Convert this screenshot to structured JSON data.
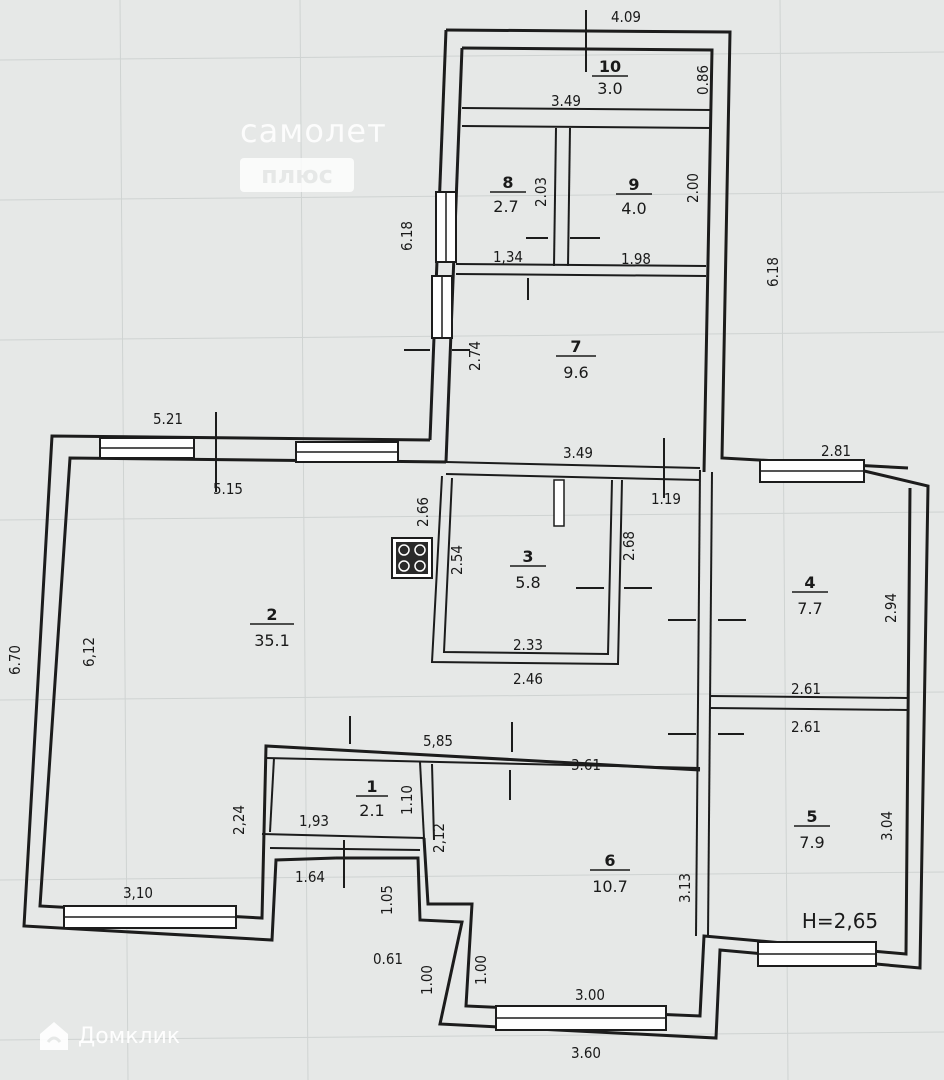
{
  "plan": {
    "ceiling_height": "H=2,65",
    "rooms": [
      {
        "id": "1",
        "area": "2.1"
      },
      {
        "id": "2",
        "area": "35.1"
      },
      {
        "id": "3",
        "area": "5.8"
      },
      {
        "id": "4",
        "area": "7.7"
      },
      {
        "id": "5",
        "area": "7.9"
      },
      {
        "id": "6",
        "area": "10.7"
      },
      {
        "id": "7",
        "area": "9.6"
      },
      {
        "id": "8",
        "area": "2.7"
      },
      {
        "id": "9",
        "area": "4.0"
      },
      {
        "id": "10",
        "area": "3.0"
      }
    ],
    "dimensions": [
      "4.09",
      "3.49",
      "0.86",
      "6.18",
      "2.03",
      "2.00",
      "1,34",
      "1.98",
      "6.18",
      "2.74",
      "5.21",
      "3.49",
      "2.81",
      "5.15",
      "2.66",
      "2.54",
      "2.68",
      "1.19",
      "2.94",
      "6.70",
      "6,12",
      "2.33",
      "2.46",
      "2.61",
      "2.61",
      "5,85",
      "1.10",
      "3.61",
      "3.04",
      "2,24",
      "1,93",
      "2,12",
      "1.64",
      "1.05",
      "3,10",
      "3.13",
      "0.61",
      "1.00",
      "1.00",
      "3.00",
      "3.60"
    ]
  },
  "watermarks": {
    "samolet_line1": "самолет",
    "samolet_line2": "плюс",
    "domclick": "Домклик"
  }
}
